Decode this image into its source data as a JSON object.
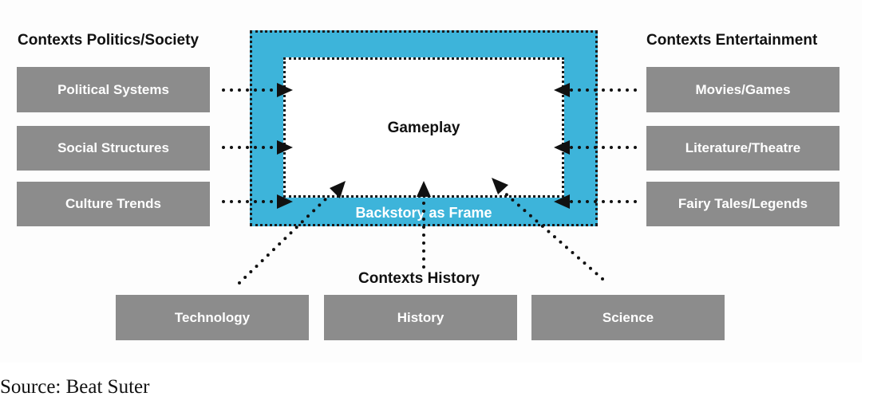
{
  "contexts": {
    "politics": {
      "title": "Contexts Politics/Society",
      "items": [
        "Political Systems",
        "Social Structures",
        "Culture Trends"
      ]
    },
    "entertainment": {
      "title": "Contexts Entertainment",
      "items": [
        "Movies/Games",
        "Literature/Theatre",
        "Fairy Tales/Legends"
      ]
    },
    "history": {
      "title": "Contexts History",
      "items": [
        "Technology",
        "History",
        "Science"
      ]
    }
  },
  "center": {
    "gameplay": "Gameplay",
    "frame": "Backstory as Frame"
  },
  "source": "Source: Beat Suter",
  "colors": {
    "frame": "#3db4da",
    "box": "#8c8c8c",
    "text_dark": "#111111"
  }
}
